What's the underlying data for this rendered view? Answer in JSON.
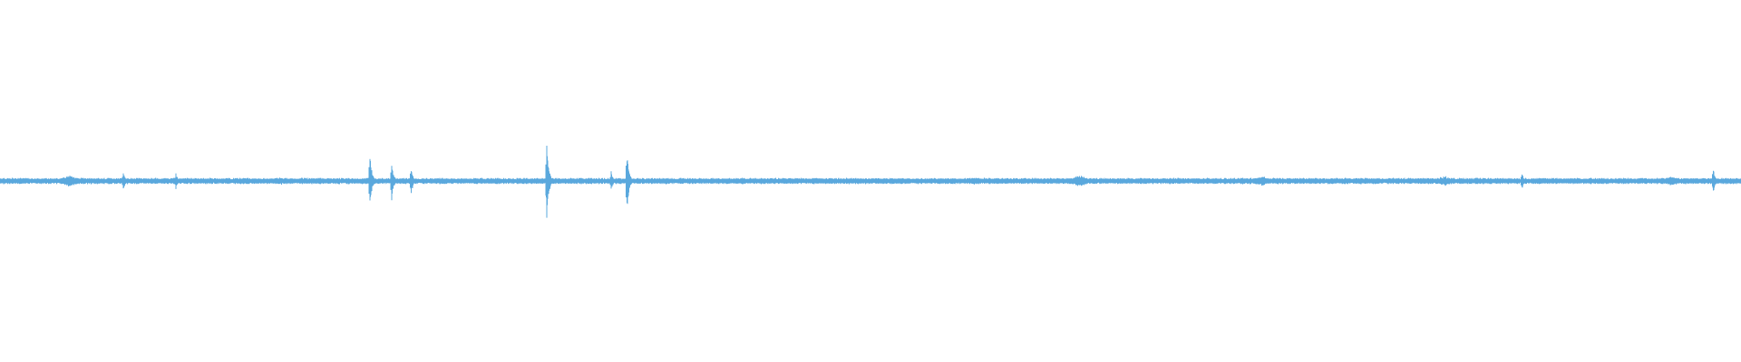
{
  "waveform": {
    "color": "#5aa8dd",
    "background": "#ffffff",
    "baseline_amplitude": 0.018,
    "transients": [
      {
        "position": 0.0708,
        "amplitude": 0.06
      },
      {
        "position": 0.101,
        "amplitude": 0.05
      },
      {
        "position": 0.2124,
        "amplitude": 0.17
      },
      {
        "position": 0.225,
        "amplitude": 0.11
      },
      {
        "position": 0.236,
        "amplitude": 0.1
      },
      {
        "position": 0.314,
        "amplitude": 0.24
      },
      {
        "position": 0.351,
        "amplitude": 0.06
      },
      {
        "position": 0.36,
        "amplitude": 0.2
      },
      {
        "position": 0.874,
        "amplitude": 0.06
      },
      {
        "position": 0.984,
        "amplitude": 0.08
      }
    ],
    "swells": [
      {
        "position": 0.04,
        "amplitude": 0.035
      },
      {
        "position": 0.16,
        "amplitude": 0.025
      },
      {
        "position": 0.56,
        "amplitude": 0.022
      },
      {
        "position": 0.62,
        "amplitude": 0.035
      },
      {
        "position": 0.725,
        "amplitude": 0.03
      },
      {
        "position": 0.83,
        "amplitude": 0.03
      },
      {
        "position": 0.96,
        "amplitude": 0.028
      }
    ]
  }
}
